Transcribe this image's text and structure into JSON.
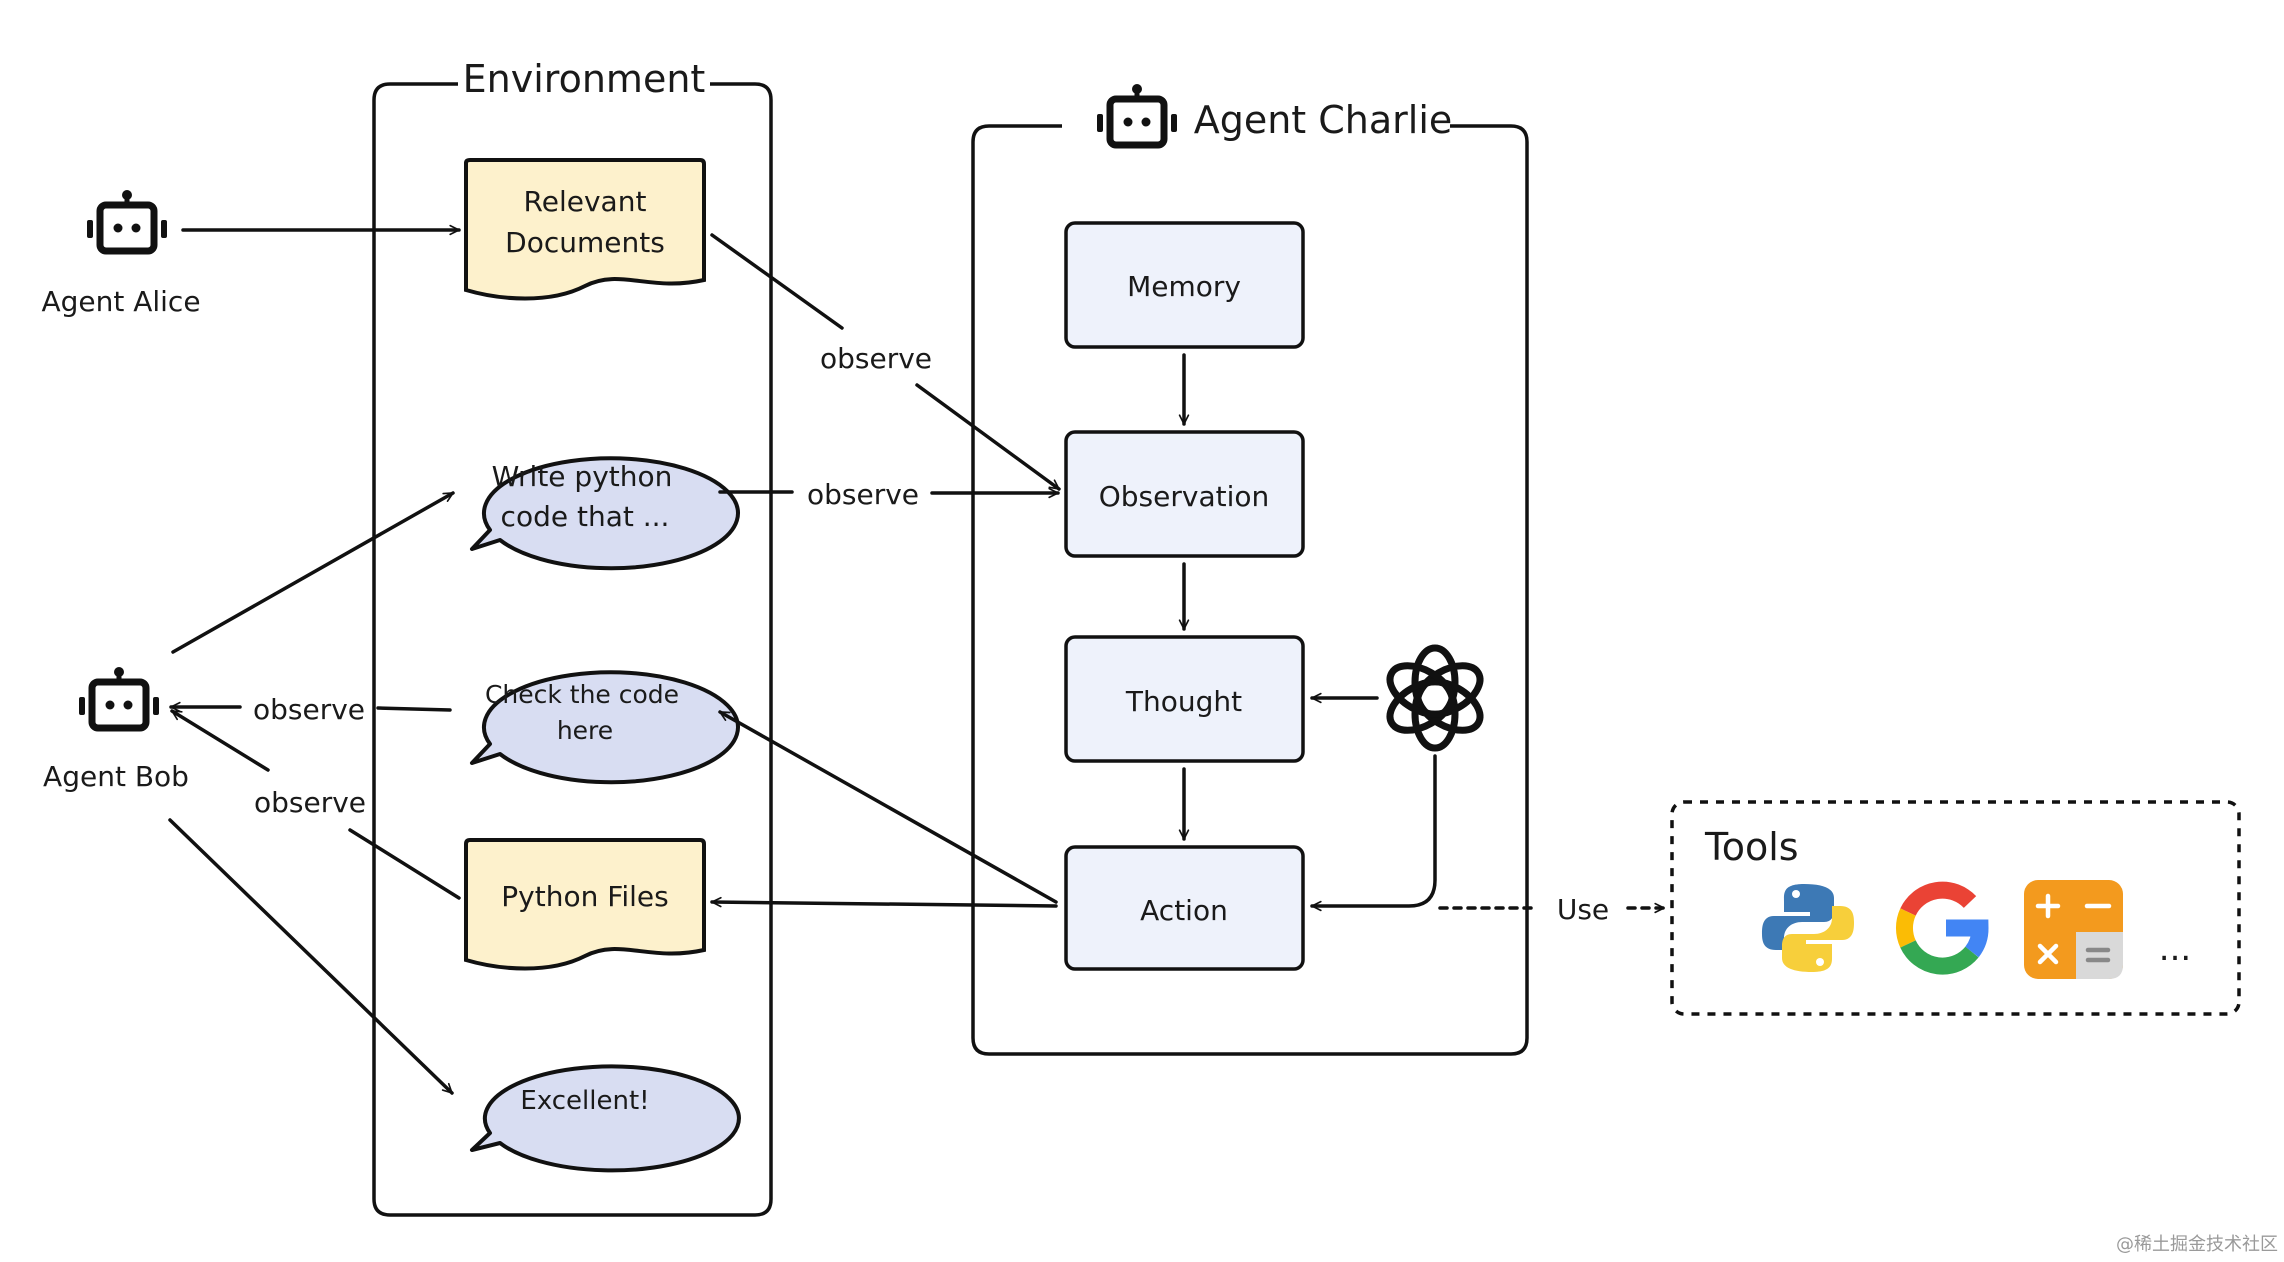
{
  "environment": {
    "title": "Environment",
    "items": {
      "relevant_documents": [
        "Relevant",
        "Documents"
      ],
      "write_python": [
        "Write python",
        "code that ..."
      ],
      "check_code": [
        "Check the code",
        "here"
      ],
      "python_files": "Python Files",
      "excellent": "Excellent!"
    }
  },
  "agents": {
    "alice": "Agent Alice",
    "bob": "Agent Bob",
    "charlie": "Agent Charlie"
  },
  "charlie_nodes": {
    "memory": "Memory",
    "observation": "Observation",
    "thought": "Thought",
    "action": "Action"
  },
  "edge_labels": {
    "observe_docs": "observe",
    "observe_write": "observe",
    "observe_bob_check": "observe",
    "observe_bob_files": "observe",
    "use": "Use"
  },
  "tools": {
    "title": "Tools",
    "icons": [
      "python-icon",
      "google-icon",
      "calculator-icon"
    ],
    "more": "..."
  },
  "colors": {
    "doc_fill": "#fdf1cc",
    "bubble_fill": "#d8ddf2",
    "node_fill": "#eef2fb",
    "stroke": "#111111"
  },
  "watermark": "@稀土掘金技术社区"
}
